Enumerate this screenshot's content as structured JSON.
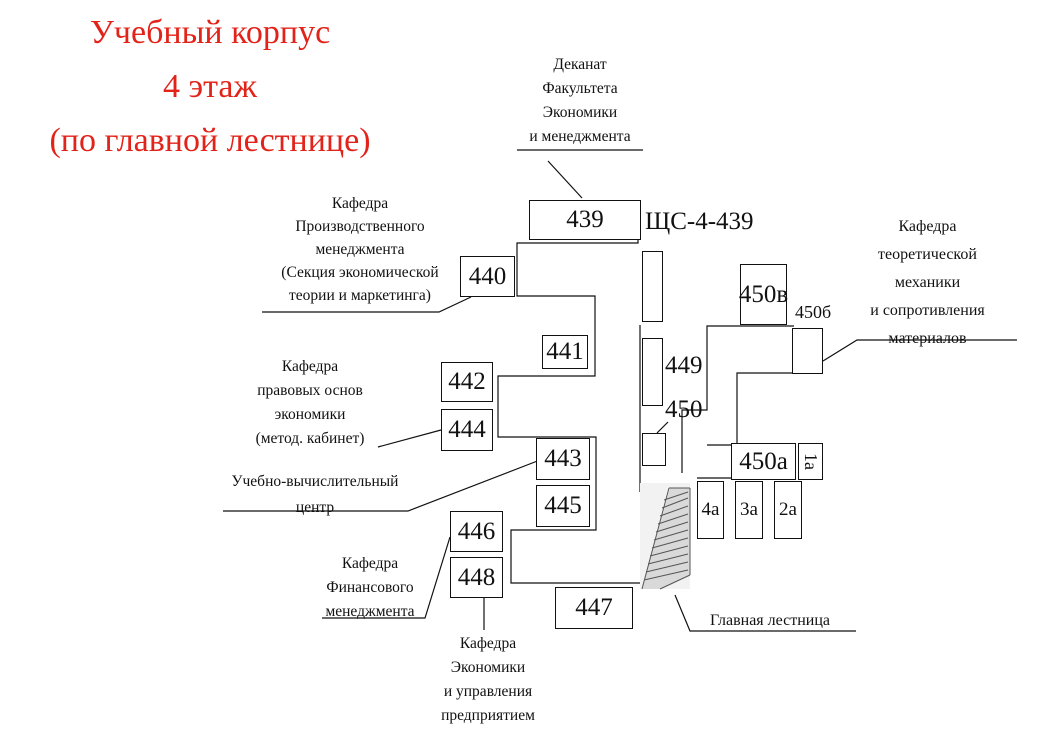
{
  "title": {
    "line1": "Учебный корпус",
    "line2": "4 этаж",
    "line3": "(по главной лестнице)"
  },
  "rooms": {
    "r439": "439",
    "r440": "440",
    "r441": "441",
    "r442": "442",
    "r443": "443",
    "r444": "444",
    "r445": "445",
    "r446": "446",
    "r447": "447",
    "r448": "448",
    "r449": "449",
    "r450": "450",
    "r450a": "450а",
    "r450b": "450б",
    "r450v": "450в",
    "r1a": "1а",
    "r2a": "2а",
    "r3a": "3а",
    "r4a": "4а"
  },
  "panel_label": "ЩС-4-439",
  "notes": {
    "dekanat": [
      "Деканат",
      "Факультета",
      "Экономики",
      "и менеджмента"
    ],
    "kaf_proizv": [
      "Кафедра",
      "Производственного",
      "менеджмента",
      "(Секция экономической",
      "теории и маркетинга)"
    ],
    "kaf_prav": [
      "Кафедра",
      "правовых основ",
      "экономики",
      "(метод. кабинет)"
    ],
    "uvc": [
      "Учебно-вычислительный",
      "центр"
    ],
    "kaf_fin": [
      "Кафедра",
      "Финансового",
      "менеджмента"
    ],
    "kaf_econ": [
      "Кафедра",
      "Экономики",
      "и управления",
      "предприятием"
    ],
    "kaf_teor": [
      "Кафедра",
      "теоретической",
      "механики",
      "и сопротивления",
      "материалов"
    ],
    "main_stair": "Главная лестница"
  }
}
